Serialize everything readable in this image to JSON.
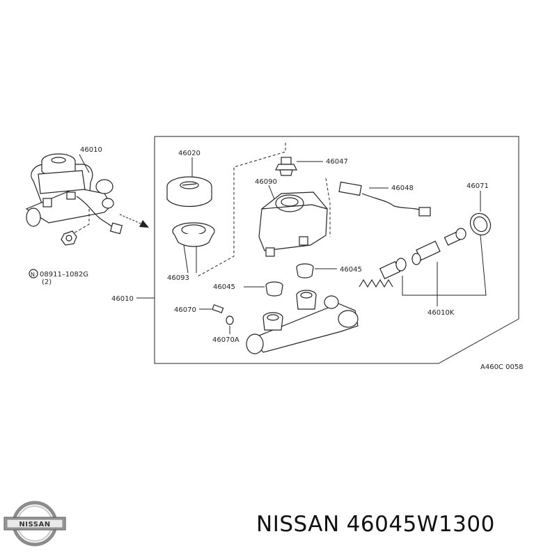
{
  "diagram": {
    "labels": {
      "l46010_top": "46010",
      "l46020": "46020",
      "l46047": "46047",
      "l46090": "46090",
      "l46048": "46048",
      "l46071": "46071",
      "l46093": "46093",
      "l46045_a": "46045",
      "l46045_b": "46045",
      "l46010_left": "46010",
      "l46070": "46070",
      "l46070A": "46070A",
      "l46010K": "46010K",
      "bolt_circle": "N",
      "bolt_code": "08911–1082G",
      "bolt_qty": "(2)",
      "drawing_no": "A460C 0058"
    }
  },
  "logo": {
    "text": "NISSAN"
  },
  "caption": {
    "brand": "NISSAN",
    "part_number": "46045W1300"
  }
}
